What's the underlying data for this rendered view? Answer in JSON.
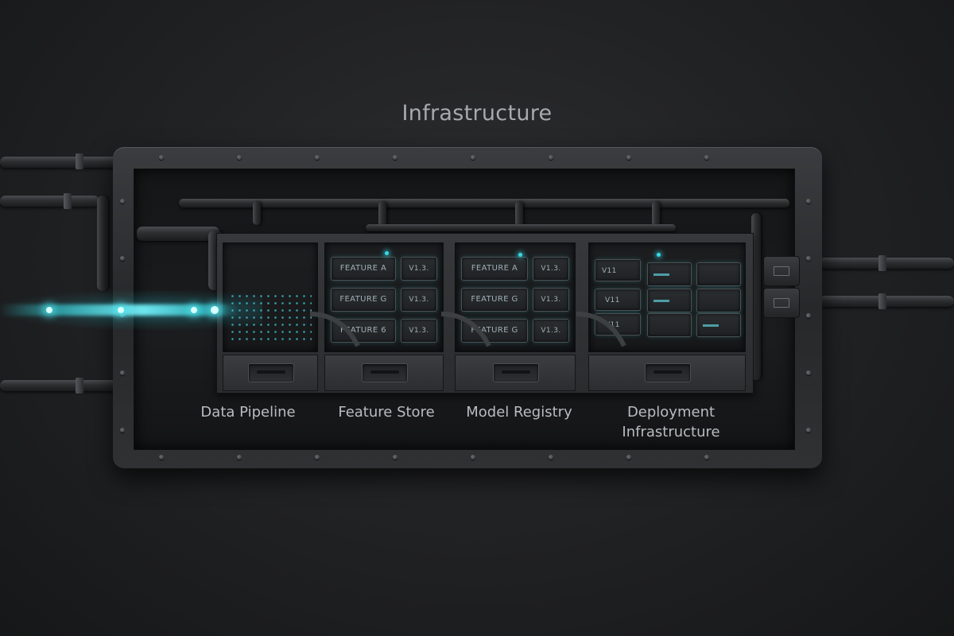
{
  "title": "Infrastructure",
  "stages": [
    {
      "label": "Data Pipeline"
    },
    {
      "label": "Feature Store",
      "modules": [
        "FEATURE A",
        "FEATURE G",
        "FEATURE 6"
      ],
      "versions": [
        "V1.3.",
        "V1.3.",
        "V1.3."
      ]
    },
    {
      "label": "Model Registry",
      "modules": [
        "FEATURE A",
        "FEATURE G",
        "FEATURE G"
      ],
      "versions": [
        "V1.3.",
        "V1.3.",
        "V1.3."
      ]
    },
    {
      "label": "Deployment Infrastructure",
      "label_line1": "Deployment",
      "label_line2": "Infrastructure",
      "versions": [
        "V11",
        "V11",
        "V11"
      ]
    }
  ],
  "colors": {
    "accent": "#38d8e6",
    "background": "#222325",
    "frame": "#2f3133"
  }
}
